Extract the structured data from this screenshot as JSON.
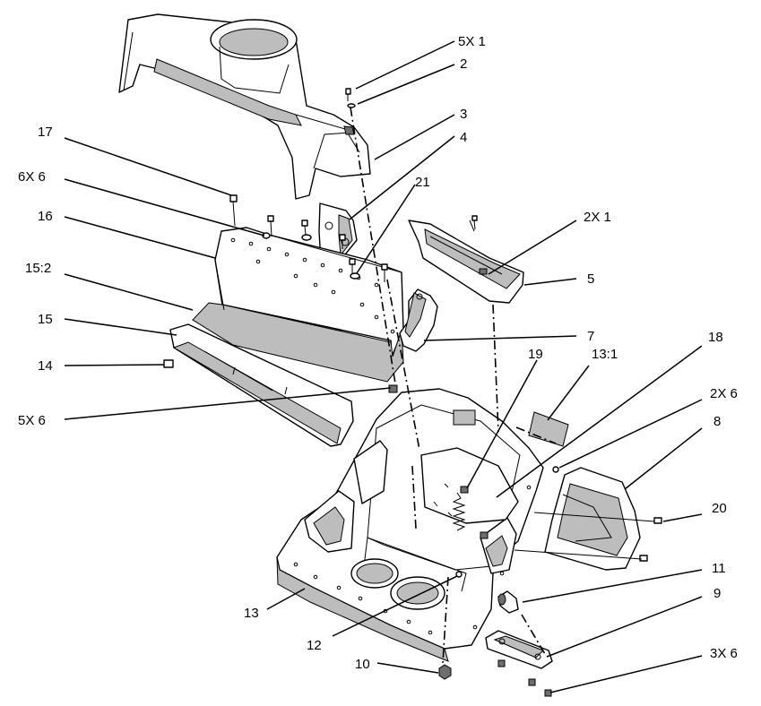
{
  "labels": {
    "l_5x1": "5X 1",
    "l_2": "2",
    "l_3": "3",
    "l_4": "4",
    "l_17": "17",
    "l_21": "21",
    "l_6x6": "6X 6",
    "l_16": "16",
    "l_2x1": "2X 1",
    "l_5": "5",
    "l_15_2": "15:2",
    "l_15": "15",
    "l_7": "7",
    "l_14": "14",
    "l_19": "19",
    "l_13_1": "13:1",
    "l_18": "18",
    "l_5x6": "5X 6",
    "l_2x6": "2X 6",
    "l_8": "8",
    "l_20": "20",
    "l_11": "11",
    "l_13": "13",
    "l_9": "9",
    "l_12": "12",
    "l_3x6": "3X 6",
    "l_10": "10"
  }
}
